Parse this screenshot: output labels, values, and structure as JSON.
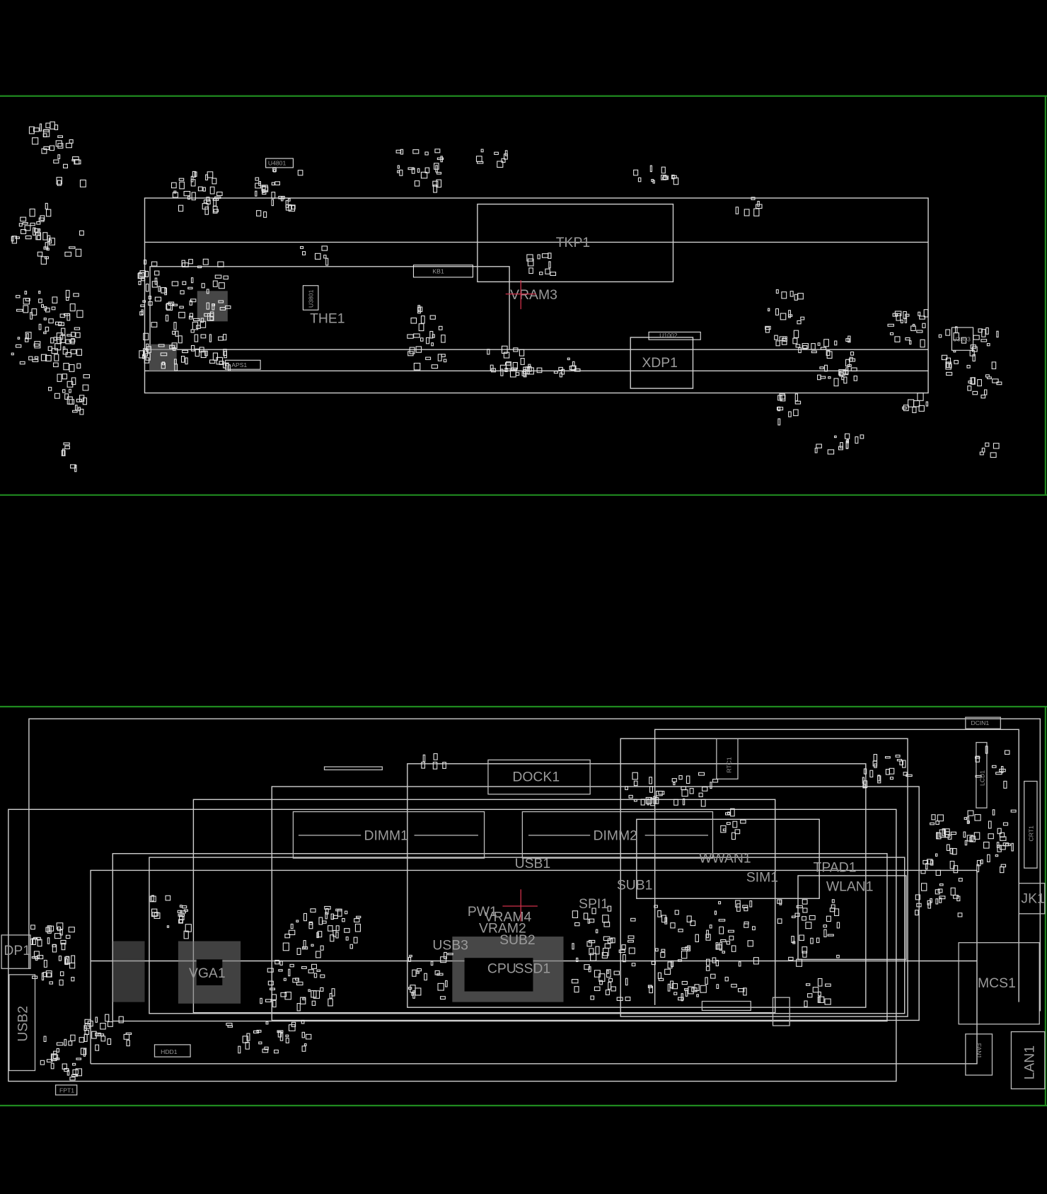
{
  "viewer": {
    "title": "Boardview",
    "background": "#000000",
    "board_border_color": "#1f8a1f",
    "outline_color": "#cfcfcf",
    "marker_color": "#d0304a"
  },
  "top_side": {
    "labels": {
      "tkp1": "TKP1",
      "vram3": "VRAM3",
      "the1": "THE1",
      "xdp1": "XDP1",
      "kb1": "KB1",
      "aps1": "APS1",
      "u4801": "U4801",
      "u3803": "U3803",
      "u3801": "U3801",
      "u1002": "U1002"
    }
  },
  "bottom_side": {
    "labels": {
      "dock1": "DOCK1",
      "dimm1": "DIMM1",
      "dimm2": "DIMM2",
      "usb1": "USB1",
      "wwan1": "WWAN1",
      "sim1": "SIM1",
      "tpad1": "TPAD1",
      "wlan1": "WLAN1",
      "sub1": "SUB1",
      "spi1": "SPI1",
      "pw1": "PW1",
      "vram4": "VRAM4",
      "vram2": "VRAM2",
      "sub2": "SUB2",
      "usb3": "USB3",
      "cpu": "CPU",
      "ssd1": "SSD1",
      "vga1": "VGA1",
      "usb2": "USB2",
      "dp1": "DP1",
      "mcs1": "MCS1",
      "lan1": "LAN1",
      "jk1": "JK1",
      "crt1": "CRT1",
      "lcd1": "LCD1",
      "rtc1": "RTC1",
      "dcin1": "DCIN1",
      "hdd1": "HDD1",
      "fpt1": "FPT1",
      "fan1": "FAN1"
    }
  }
}
